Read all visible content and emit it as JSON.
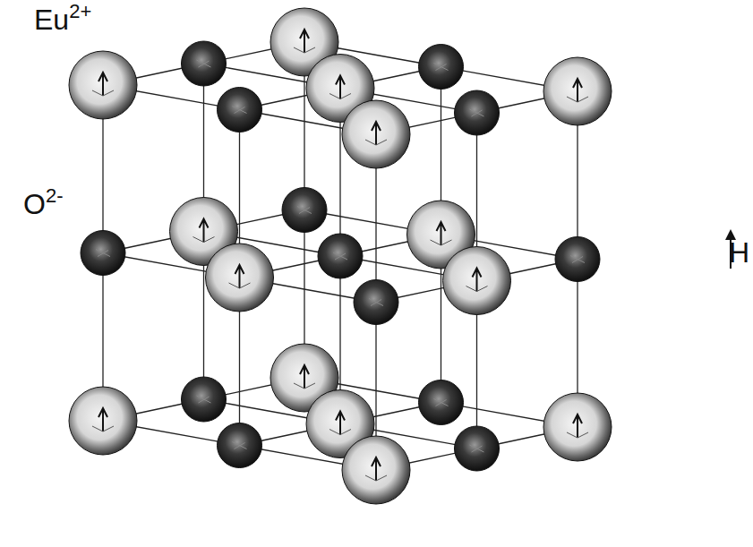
{
  "diagram": {
    "labels": [
      "Eu2+",
      "O2-",
      "H"
    ]
  }
}
